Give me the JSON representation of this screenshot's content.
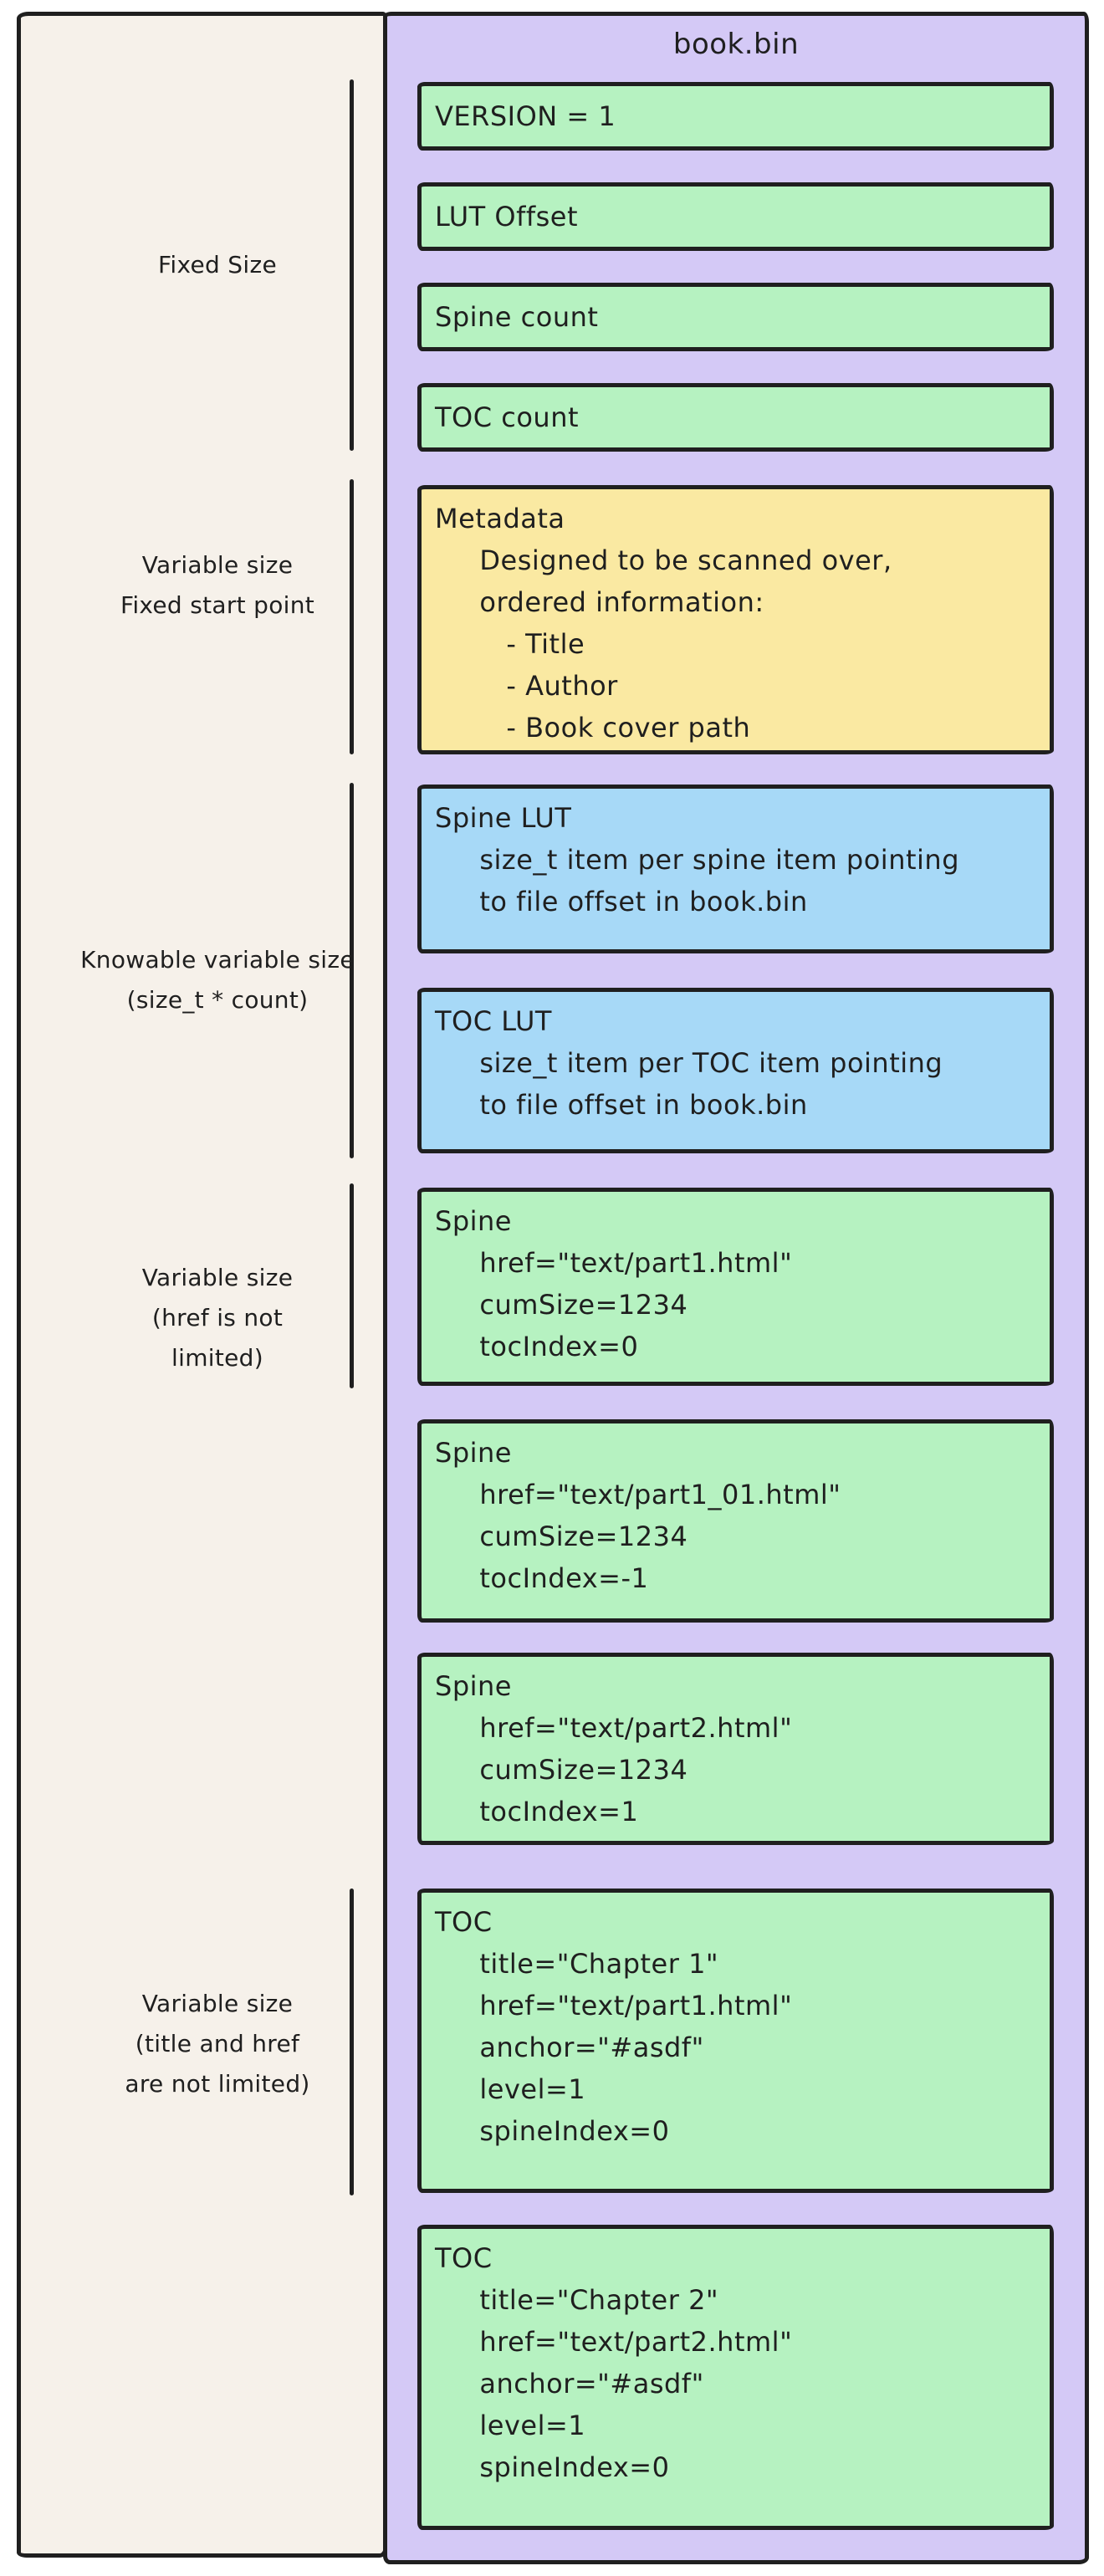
{
  "palette": {
    "stroke": "#1f1f1f",
    "green_fill": "#b6f2c1",
    "yellow_fill": "#fae9a2",
    "blue_fill": "#a7d9f7",
    "purple_fill": "#d4c9f6",
    "cream_fill": "#f6f1ea",
    "page_background": "#ffffff"
  },
  "diagram": {
    "title": "book.bin",
    "side_labels": [
      {
        "id": "fixed-size",
        "text": "Fixed Size"
      },
      {
        "id": "variable-fixed-start",
        "text": "Variable size\nFixed start point"
      },
      {
        "id": "knowable-variable",
        "text": "Knowable variable size\n(size_t * count)"
      },
      {
        "id": "variable-href",
        "text": "Variable size\n(href is not\nlimited)"
      },
      {
        "id": "variable-title-href",
        "text": "Variable size\n(title and href\nare not limited)"
      }
    ],
    "boxes": [
      {
        "id": "version",
        "color": "green",
        "text": "VERSION = 1"
      },
      {
        "id": "lut-offset",
        "color": "green",
        "text": "LUT Offset"
      },
      {
        "id": "spine-count",
        "color": "green",
        "text": "Spine count"
      },
      {
        "id": "toc-count",
        "color": "green",
        "text": "TOC count"
      },
      {
        "id": "metadata",
        "color": "yellow",
        "text": "Metadata\n     Designed to be scanned over,\n     ordered information:\n        - Title\n        - Author\n        - Book cover path"
      },
      {
        "id": "spine-lut",
        "color": "blue",
        "text": "Spine LUT\n     size_t item per spine item pointing\n     to file offset in book.bin"
      },
      {
        "id": "toc-lut",
        "color": "blue",
        "text": "TOC LUT\n     size_t item per TOC item pointing\n     to file offset in book.bin"
      },
      {
        "id": "spine-1",
        "color": "green",
        "text": "Spine\n     href=\"text/part1.html\"\n     cumSize=1234\n     tocIndex=0"
      },
      {
        "id": "spine-2",
        "color": "green",
        "text": "Spine\n     href=\"text/part1_01.html\"\n     cumSize=1234\n     tocIndex=-1"
      },
      {
        "id": "spine-3",
        "color": "green",
        "text": "Spine\n     href=\"text/part2.html\"\n     cumSize=1234\n     tocIndex=1"
      },
      {
        "id": "toc-1",
        "color": "green",
        "text": "TOC\n     title=\"Chapter 1\"\n     href=\"text/part1.html\"\n     anchor=\"#asdf\"\n     level=1\n     spineIndex=0"
      },
      {
        "id": "toc-2",
        "color": "green",
        "text": "TOC\n     title=\"Chapter 2\"\n     href=\"text/part2.html\"\n     anchor=\"#asdf\"\n     level=1\n     spineIndex=0"
      }
    ]
  }
}
